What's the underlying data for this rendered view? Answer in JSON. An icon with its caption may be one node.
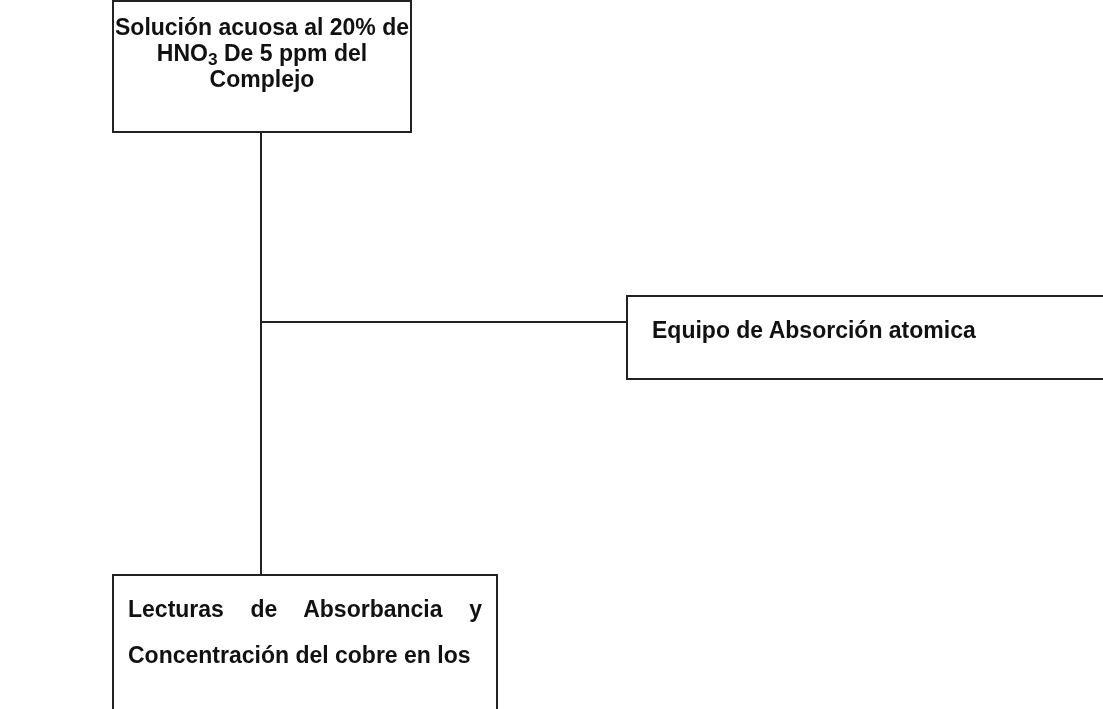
{
  "diagram": {
    "nodes": [
      {
        "text": [
          "Solución acuosa al 20% de HNO$_{3}$ De  5 ppm del Complejo"
        ]
      },
      {
        "text": [
          "Equipo de Absorción atomica"
        ]
      },
      {
        "text": [
          "Lecturas de Absorbancia y Concentración del cobre en los"
        ]
      }
    ],
    "edges": [
      {
        "from": 0,
        "to": 1,
        "arrow": "none"
      },
      {
        "from": 0,
        "to": 2,
        "arrow": "none"
      }
    ]
  }
}
